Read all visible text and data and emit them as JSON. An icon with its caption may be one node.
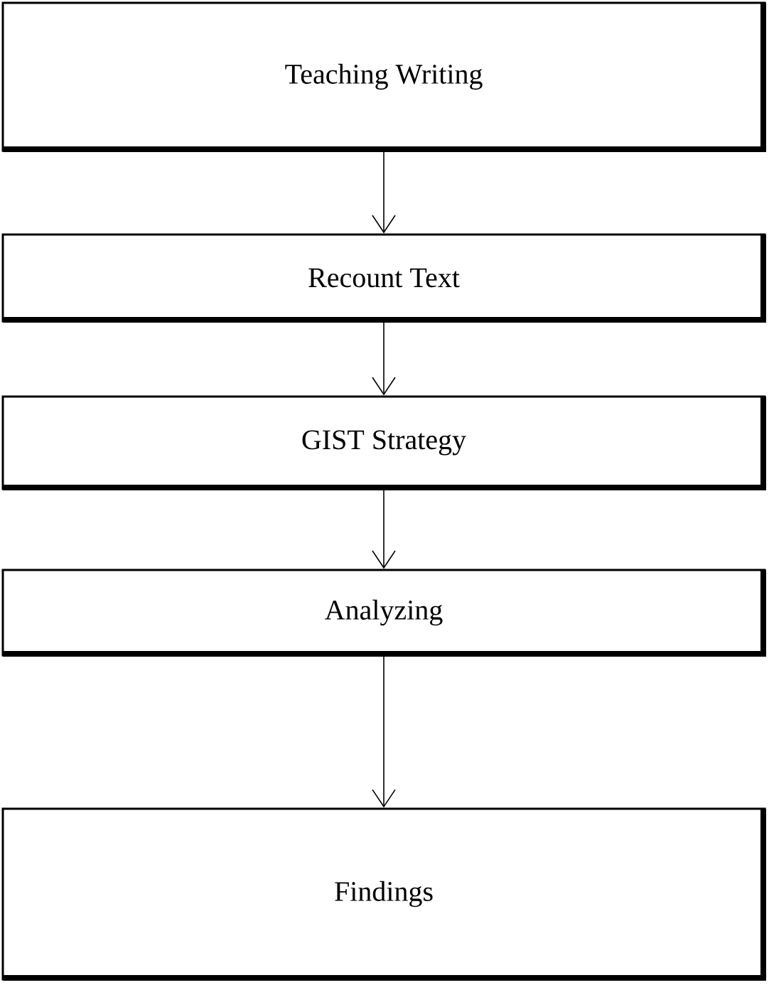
{
  "diagram": {
    "nodes": [
      {
        "text": [
          "Teaching Writing"
        ]
      },
      {
        "text": [
          "Recount Text"
        ]
      },
      {
        "text": [
          "GIST Strategy"
        ]
      },
      {
        "text": [
          "Analyzing"
        ]
      },
      {
        "text": [
          "Findings"
        ]
      }
    ],
    "edges": [
      {
        "from": 0,
        "to": 1,
        "arrow": "to"
      },
      {
        "from": 1,
        "to": 2,
        "arrow": "to"
      },
      {
        "from": 2,
        "to": 3,
        "arrow": "to"
      },
      {
        "from": 3,
        "to": 4,
        "arrow": "to"
      }
    ]
  }
}
